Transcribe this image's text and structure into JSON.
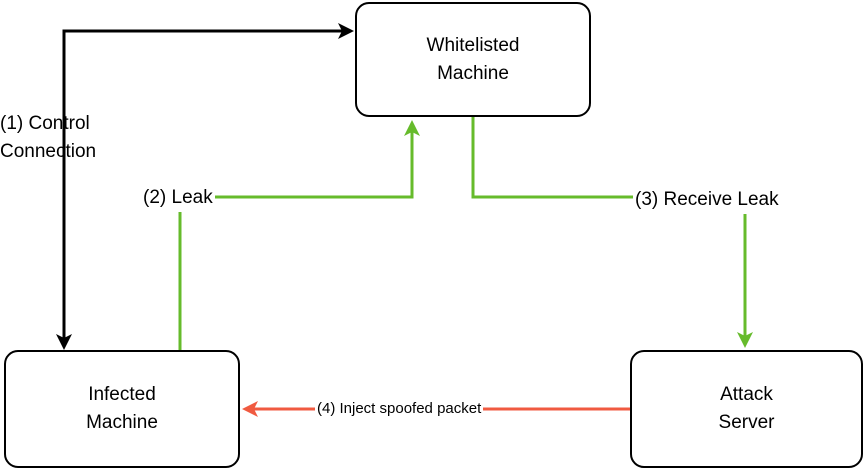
{
  "nodes": {
    "whitelisted": {
      "line1": "Whitelisted",
      "line2": "Machine"
    },
    "infected": {
      "line1": "Infected",
      "line2": "Machine"
    },
    "attack": {
      "line1": "Attack",
      "line2": "Server"
    }
  },
  "edges": {
    "control": {
      "line1": "(1) Control",
      "line2": "Connection",
      "color": "#000000"
    },
    "leak": {
      "label": "(2) Leak",
      "color": "#66bb2b"
    },
    "receive": {
      "label": "(3) Receive Leak",
      "color": "#66bb2b"
    },
    "inject": {
      "label": "(4) Inject spoofed packet",
      "color": "#f05a40"
    }
  }
}
